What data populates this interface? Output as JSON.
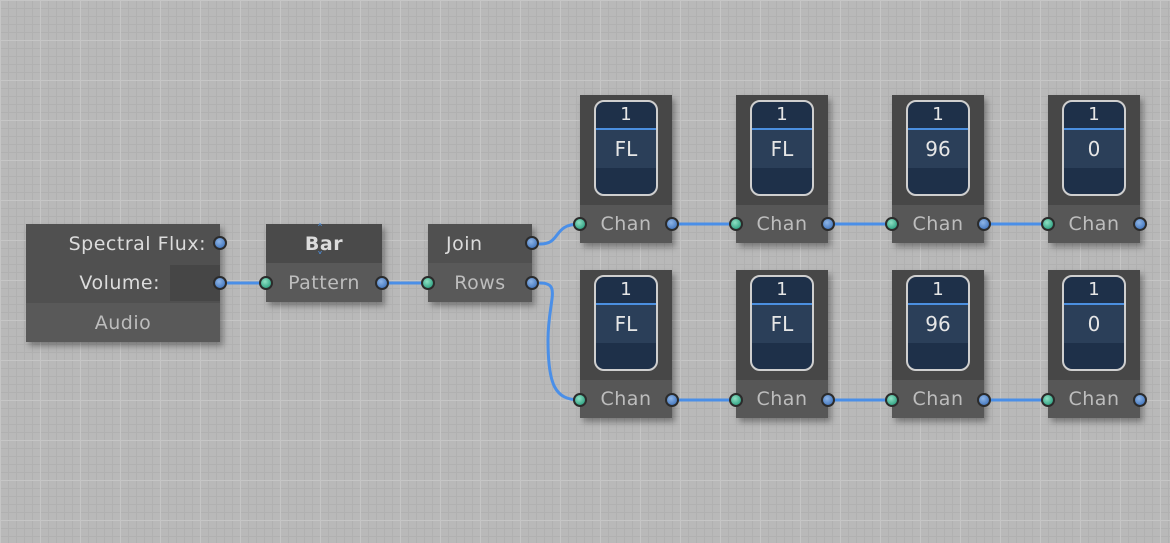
{
  "audio_node": {
    "spectral_flux_label": "Spectral Flux:",
    "volume_label": "Volume:",
    "title": "Audio"
  },
  "pattern_node": {
    "bar_label": "Bar",
    "title": "Pattern"
  },
  "rows_node": {
    "join_label": "Join",
    "title": "Rows"
  },
  "channels_top": [
    {
      "number": "1",
      "value": "FL",
      "label": "Chan"
    },
    {
      "number": "1",
      "value": "FL",
      "label": "Chan"
    },
    {
      "number": "1",
      "value": "96",
      "label": "Chan"
    },
    {
      "number": "1",
      "value": "0",
      "label": "Chan"
    }
  ],
  "channels_bottom": [
    {
      "number": "1",
      "value": "FL",
      "label": "Chan"
    },
    {
      "number": "1",
      "value": "FL",
      "label": "Chan"
    },
    {
      "number": "1",
      "value": "96",
      "label": "Chan"
    },
    {
      "number": "1",
      "value": "0",
      "label": "Chan"
    }
  ],
  "colors": {
    "wire": "#4a8fe8",
    "output_port": "#5b8bd0",
    "input_port": "#45b898",
    "node_bg": "#505050",
    "can_bg": "#1e3049",
    "can_accent": "#4b8fe0"
  }
}
